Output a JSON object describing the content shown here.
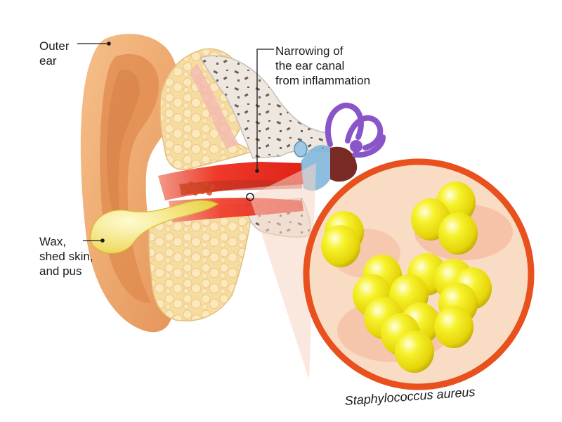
{
  "labels": {
    "outer_ear": "Outer\near",
    "narrowing": "Narrowing of\nthe ear canal\nfrom inflammation",
    "wax": "Wax,\nshed skin,\nand pus",
    "bacteria": "Staphylococcus aureus"
  },
  "colors": {
    "ear_skin": "#f2b27a",
    "ear_inner": "#e08a4e",
    "fat_tissue": "#f7dca0",
    "bone": "#eee7df",
    "canal_red": "#e8281e",
    "magnifier_ring": "#e8501e",
    "magnifier_fill": "#f9dcc4",
    "bacteria_yellow": "#f4ef1a",
    "semicircular_canals": "#8a55c8",
    "wax_yellow": "#f4e05a"
  }
}
